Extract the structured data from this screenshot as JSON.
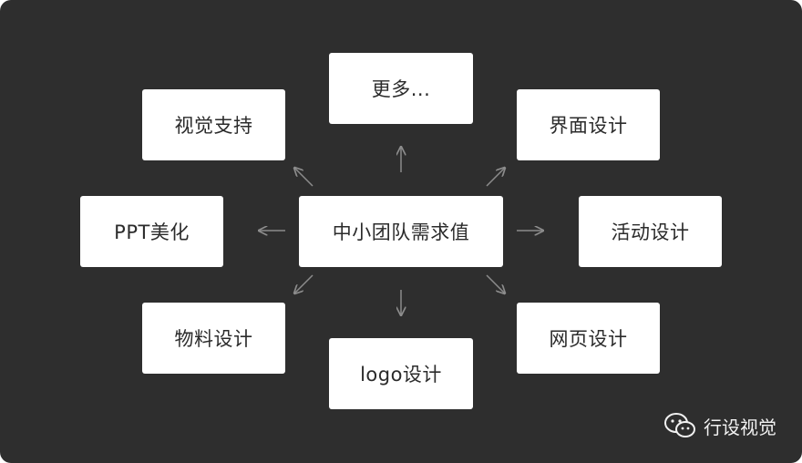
{
  "center": {
    "label": "中小团队需求值"
  },
  "nodes": {
    "more": "更多...",
    "visual_support": "视觉支持",
    "interface_design": "界面设计",
    "ppt_beautify": "PPT美化",
    "activity_design": "活动设计",
    "material_design": "物料设计",
    "logo_design": "logo设计",
    "web_design": "网页设计"
  },
  "watermark": {
    "account_name": "行设视觉",
    "icon": "wechat-icon"
  },
  "colors": {
    "background": "#2e2e2e",
    "node_fill": "#ffffff",
    "node_text": "#2b2b2b",
    "arrow": "#8c8c8c"
  }
}
